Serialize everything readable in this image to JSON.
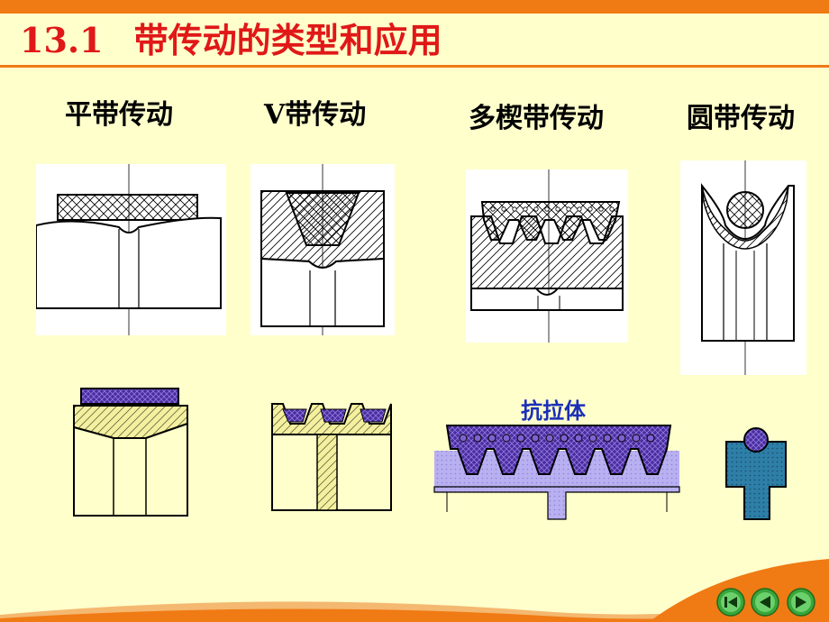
{
  "slide": {
    "section_number": "13.1",
    "title": "带传动的类型和应用"
  },
  "captions": {
    "flat": "平带传动",
    "v": "V带传动",
    "multi_v": "多楔带传动",
    "round": "圆带传动"
  },
  "annotations": {
    "tension_member": "抗拉体"
  },
  "colors": {
    "accent_orange": "#F07A14",
    "title_red": "#E01818",
    "background": "#FFFFCC",
    "belt_purple": "#4B2C9E",
    "belt_body_lavender": "#B8B0F0",
    "round_belt_body": "#2E7FA8",
    "pulley_hatch_yellow": "#F4F0A0",
    "label_blue": "#1A2FB8",
    "nav_green": "#3AA63A"
  },
  "navigation": {
    "first_icon": "skip-back-icon",
    "prev_icon": "play-back-icon",
    "next_icon": "play-forward-icon"
  }
}
